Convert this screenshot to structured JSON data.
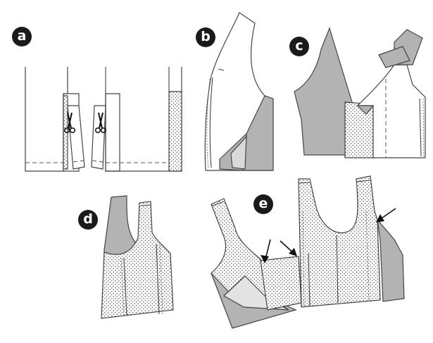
{
  "steps": [
    {
      "label": "a"
    },
    {
      "label": "b"
    },
    {
      "label": "c"
    },
    {
      "label": "d"
    },
    {
      "label": "e"
    }
  ],
  "colors": {
    "fabric_contrast": "#b3b3b3",
    "outline": "#444444",
    "badge": "#1a1a1a"
  },
  "icons": [
    "scissors-icon",
    "arrow-icon"
  ]
}
